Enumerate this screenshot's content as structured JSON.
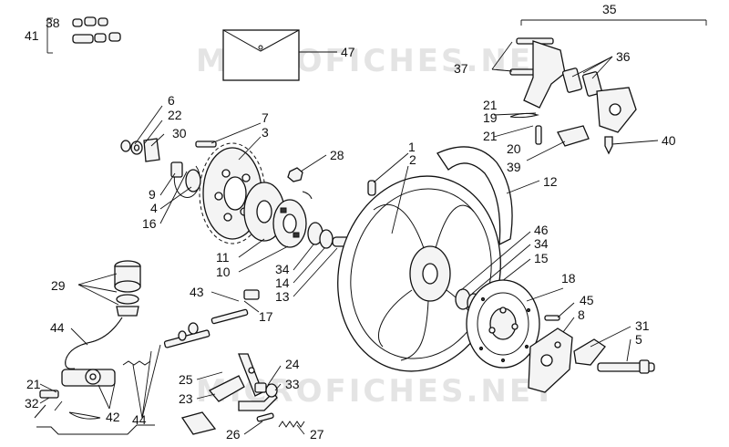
{
  "diagram": {
    "watermark": "MICROFICHES.NET",
    "callouts": [
      "1",
      "2",
      "3",
      "4",
      "5",
      "6",
      "7",
      "8",
      "9",
      "10",
      "11",
      "12",
      "13",
      "14",
      "15",
      "16",
      "17",
      "18",
      "19",
      "20",
      "21",
      "22",
      "23",
      "24",
      "25",
      "26",
      "27",
      "28",
      "29",
      "30",
      "31",
      "32",
      "33",
      "34",
      "35",
      "36",
      "37",
      "38",
      "39",
      "40",
      "41",
      "42",
      "43",
      "44",
      "45",
      "46",
      "47"
    ]
  }
}
